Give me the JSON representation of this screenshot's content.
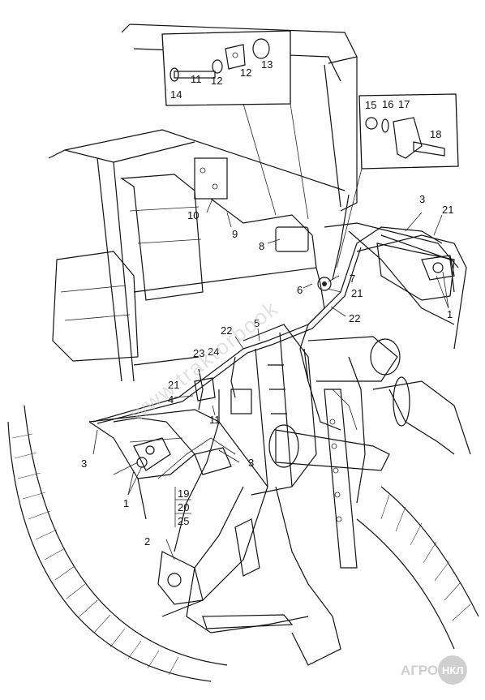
{
  "callouts": {
    "c1a": "1",
    "c1b": "1",
    "c2": "2",
    "c3a": "3",
    "c3b": "3",
    "c3c": "3",
    "c4": "4",
    "c5": "5",
    "c6": "6",
    "c7": "7",
    "c8": "8",
    "c9": "9",
    "c10": "10",
    "c11a": "11",
    "c11b": "11",
    "c12a": "12",
    "c12b": "12",
    "c13": "13",
    "c14": "14",
    "c15": "15",
    "c16": "16",
    "c17": "17",
    "c18": "18",
    "c19": "19",
    "c20": "20",
    "c21a": "21",
    "c21b": "21",
    "c21c": "21",
    "c22a": "22",
    "c22b": "22",
    "c23": "23",
    "c24": "24",
    "c25": "25"
  },
  "watermark": "www.traktorbook",
  "logo": {
    "text": "АГРО",
    "badge": "НКЛ"
  }
}
